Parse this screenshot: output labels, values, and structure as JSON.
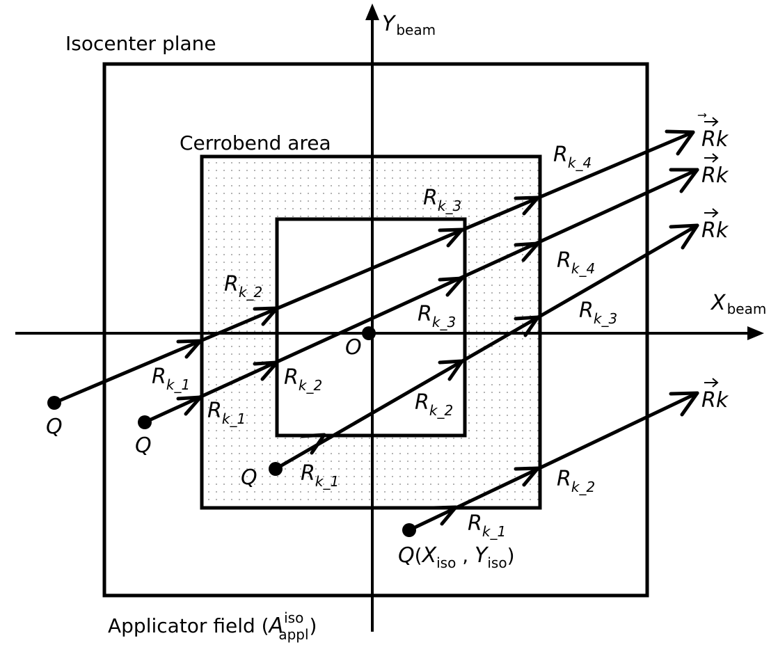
{
  "labels": {
    "isocenter_plane": "Isocenter plane",
    "cerrobend_area": "Cerrobend area",
    "applicator_field_prefix": "Applicator field (",
    "applicator_A": "A",
    "applicator_sup": "iso",
    "applicator_sub": "appl",
    "applicator_suffix": ")",
    "origin": "O",
    "axis_y_main": "Y",
    "axis_y_sub": "beam",
    "axis_x_main": "X",
    "axis_x_sub": "beam",
    "point_Q": "Q",
    "q_coords_open": "(",
    "q_coords_X": "X",
    "q_coords_X_sub": "iso",
    "q_coords_comma": " , ",
    "q_coords_Y": "Y",
    "q_coords_Y_sub": "iso",
    "q_coords_close": ")",
    "ray_R": "R",
    "vector_R": "R",
    "vector_k": "k",
    "vector_arrow": "⃗"
  },
  "segment_labels": {
    "k_1": "k_1",
    "k_2": "k_2",
    "k_3": "k_3",
    "k_4": "k_4"
  }
}
